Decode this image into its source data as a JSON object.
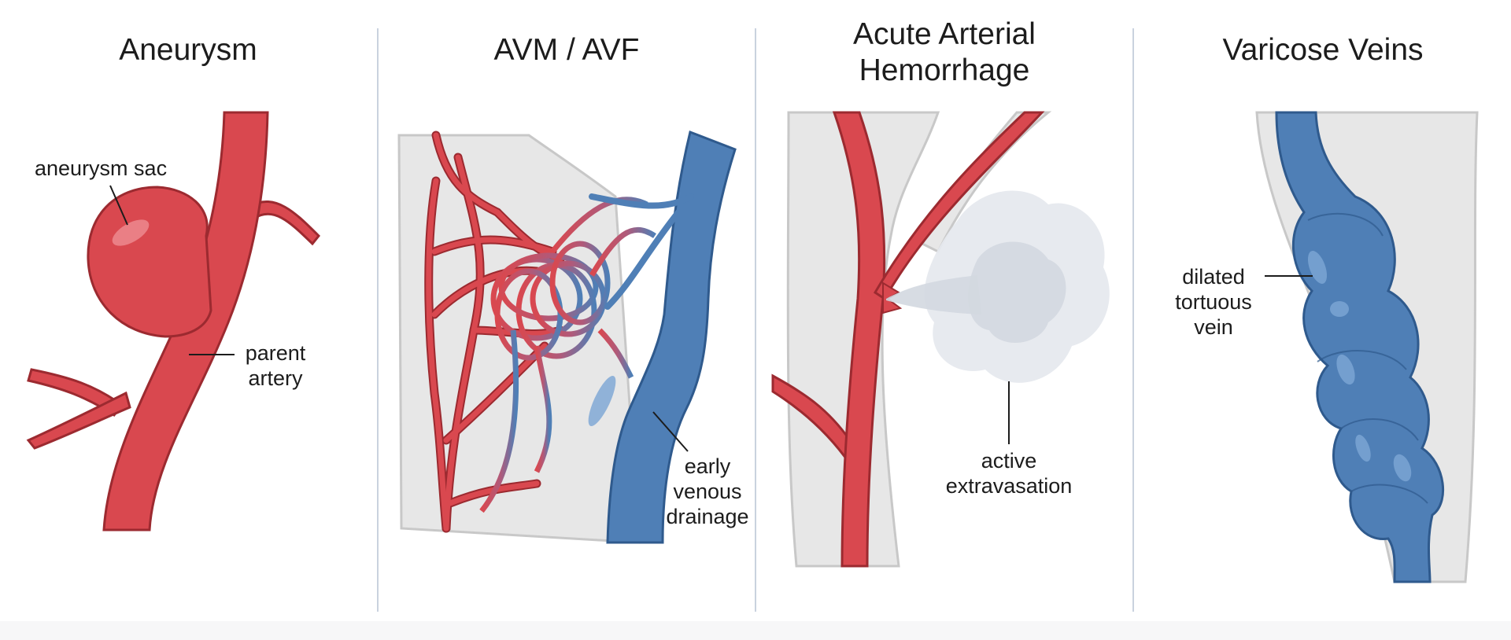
{
  "panels": [
    {
      "title": "Aneurysm",
      "labels": [
        "aneurysm sac",
        "parent",
        "artery"
      ]
    },
    {
      "title": "AVM / AVF",
      "labels": [
        "early",
        "venous",
        "drainage"
      ]
    },
    {
      "title_line1": "Acute Arterial",
      "title_line2": "Hemorrhage",
      "labels": [
        "active",
        "extravasation"
      ]
    },
    {
      "title": "Varicose Veins",
      "labels": [
        "dilated",
        "tortuous",
        "vein"
      ]
    }
  ],
  "colors": {
    "artery": "#d9484f",
    "artery_stroke": "#9c2a30",
    "vein": "#4f7fb6",
    "vein_stroke": "#2f5a8d",
    "tissue": "#e7e7e7",
    "tissue_stroke": "#c8c8c8",
    "divider": "#c9d2de",
    "extravasation": "#d9dde4"
  }
}
